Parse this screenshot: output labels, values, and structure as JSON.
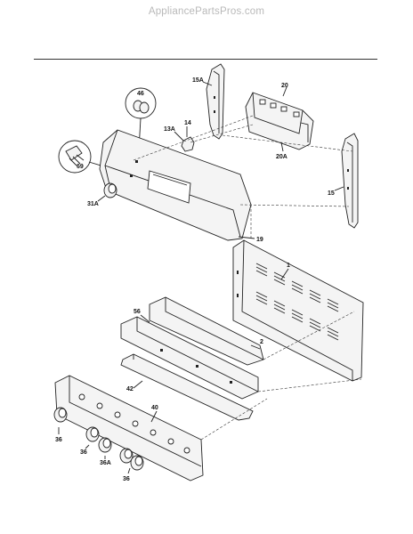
{
  "watermark": "AppliancePartsPros.com",
  "callouts": {
    "p15A": "15A",
    "p20": "20",
    "p46": "46",
    "p14": "14",
    "p13A": "13A",
    "p20A": "20A",
    "p69": "69",
    "p15": "15",
    "p31A": "31A",
    "p19": "19",
    "p1": "1",
    "p56": "56",
    "p2": "2",
    "p42": "42",
    "p40": "40",
    "p36a": "36",
    "p36b": "36",
    "p36A": "36A",
    "p36c": "36"
  }
}
